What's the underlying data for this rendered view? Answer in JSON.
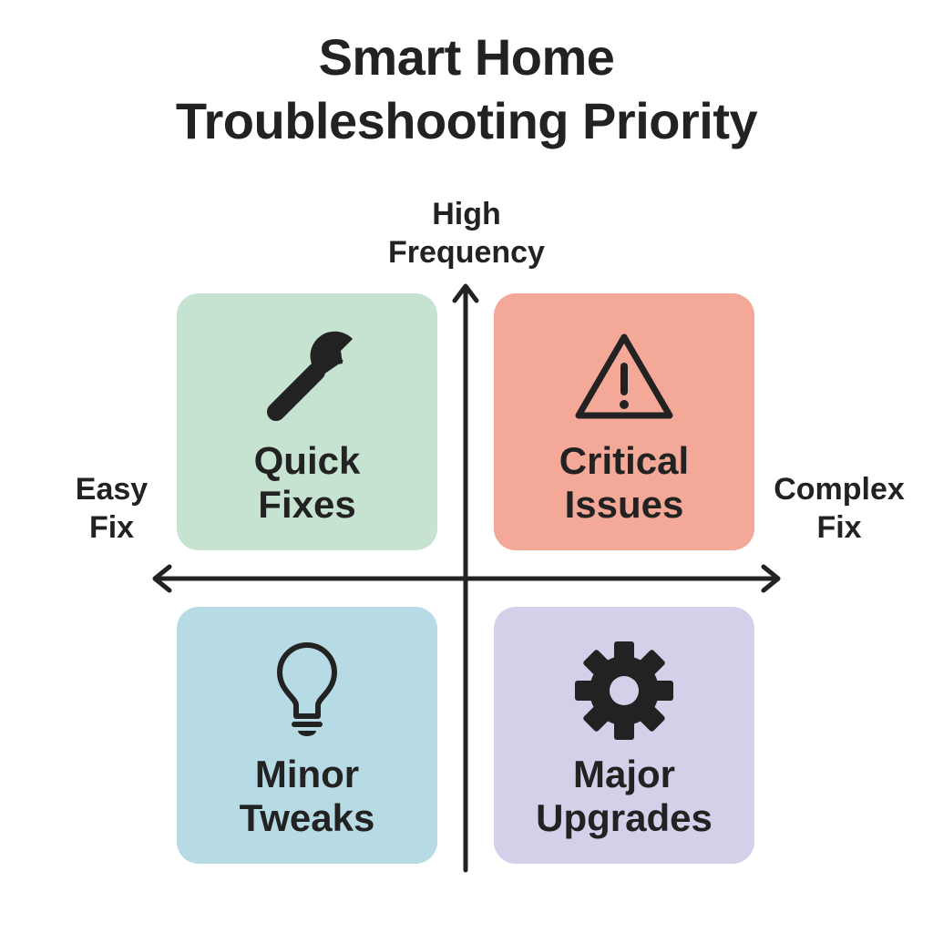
{
  "title": {
    "line1": "Smart Home",
    "line2": "Troubleshooting Priority"
  },
  "axes": {
    "top": {
      "line1": "High",
      "line2": "Frequency"
    },
    "left": {
      "line1": "Easy",
      "line2": "Fix"
    },
    "right": {
      "line1": "Complex",
      "line2": "Fix"
    }
  },
  "quadrants": [
    {
      "line1": "Quick",
      "line2": "Fixes",
      "icon": "wrench-icon",
      "color": "#c6e2d0"
    },
    {
      "line1": "Critical",
      "line2": "Issues",
      "icon": "warning-icon",
      "color": "#f3a898"
    },
    {
      "line1": "Minor",
      "line2": "Tweaks",
      "icon": "lightbulb-icon",
      "color": "#b7dbe5"
    },
    {
      "line1": "Major",
      "line2": "Upgrades",
      "icon": "gear-icon",
      "color": "#d3d0ea"
    }
  ],
  "colors": {
    "text": "#222222",
    "axis": "#222222",
    "background": "#ffffff"
  }
}
